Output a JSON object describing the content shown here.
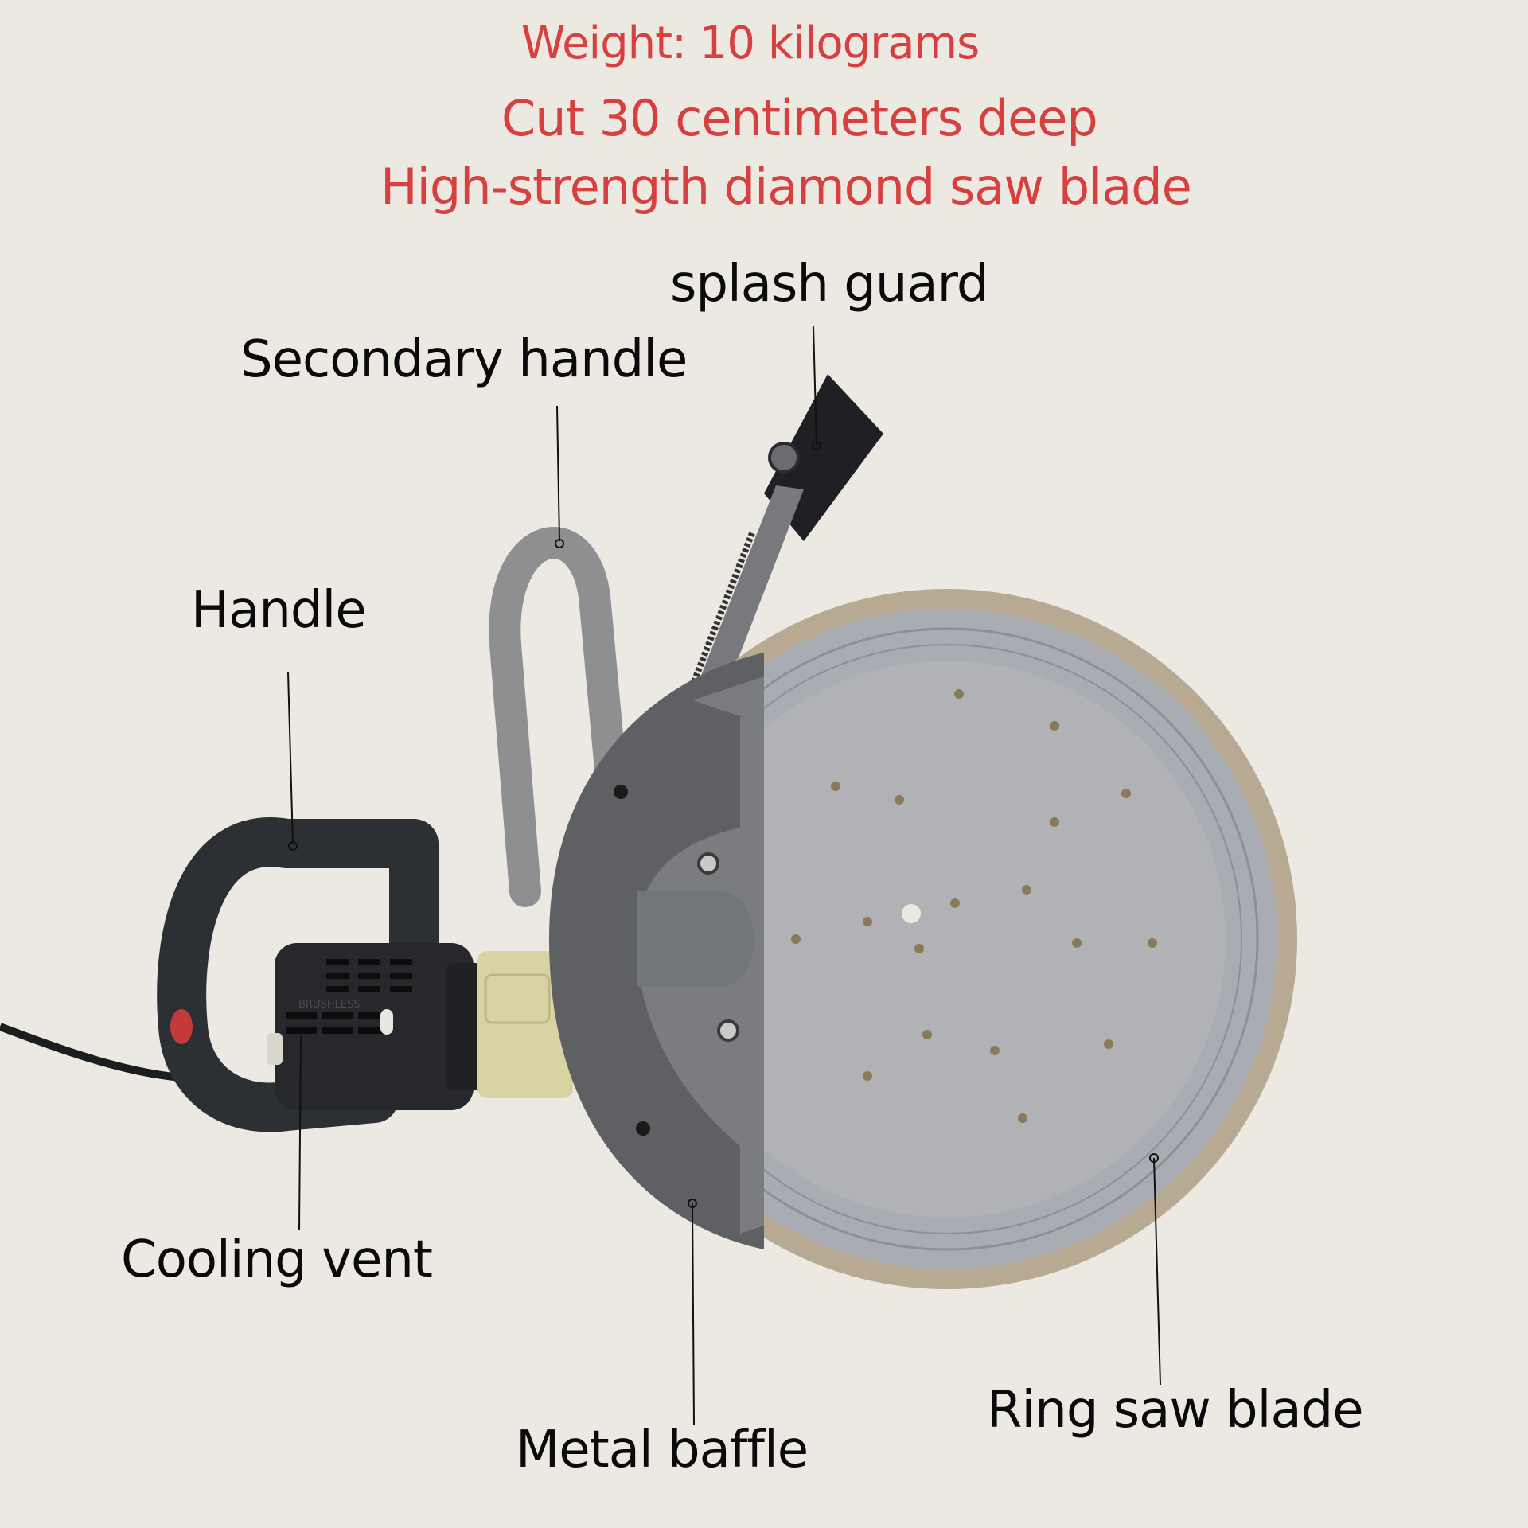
{
  "specs": {
    "weight": "Weight: 10 kilograms",
    "cut_depth": "Cut 30 centimeters deep",
    "blade": "High-strength diamond saw blade"
  },
  "labels": {
    "splash_guard": "splash guard",
    "secondary_handle": "Secondary handle",
    "handle": "Handle",
    "cooling_vent": "Cooling vent",
    "metal_baffle": "Metal baffle",
    "ring_saw_blade": "Ring saw blade"
  },
  "motor_text": "BRUSHLESS",
  "colors": {
    "background": "#ece9e3",
    "spec_text": "#d8403f",
    "label_text": "#0a0a0a",
    "blade": "#a9acb2",
    "guard": "#5e6064",
    "handle": "#2c2f33",
    "secondary_handle": "#8d8f91",
    "motor_collar": "#d9d3a4"
  }
}
